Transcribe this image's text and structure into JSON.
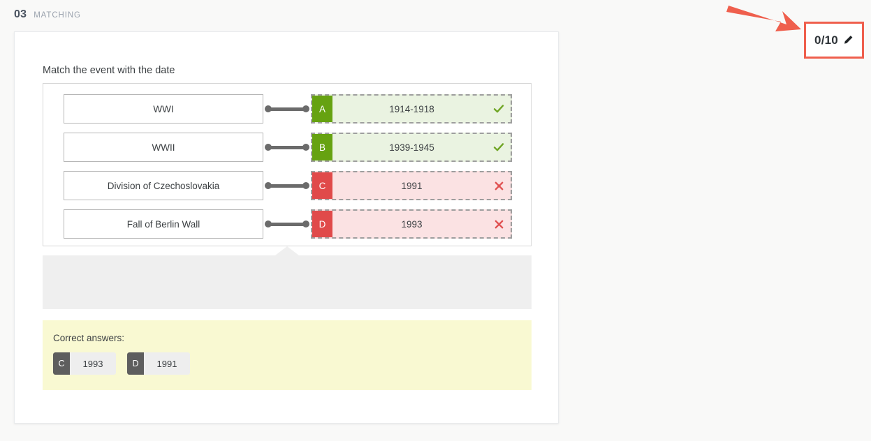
{
  "header": {
    "number": "03",
    "type_label": "MATCHING"
  },
  "score_badge": {
    "value": "0/10",
    "edit_icon": "pencil-icon",
    "highlight_color": "#ef5f4d"
  },
  "annotation": {
    "arrow_icon": "arrow-right-icon",
    "color": "#ef5f4d"
  },
  "question": {
    "prompt": "Match the event with the date",
    "rows": [
      {
        "event": "WWI",
        "letter": "A",
        "answer": "1914-1918",
        "state": "correct",
        "mark_icon": "check-icon"
      },
      {
        "event": "WWII",
        "letter": "B",
        "answer": "1939-1945",
        "state": "correct",
        "mark_icon": "check-icon"
      },
      {
        "event": "Division of Czechoslovakia",
        "letter": "C",
        "answer": "1991",
        "state": "incorrect",
        "mark_icon": "cross-icon"
      },
      {
        "event": "Fall of Berlin Wall",
        "letter": "D",
        "answer": "1993",
        "state": "incorrect",
        "mark_icon": "cross-icon"
      }
    ]
  },
  "correct_answers": {
    "title": "Correct answers:",
    "chips": [
      {
        "letter": "C",
        "value": "1993"
      },
      {
        "letter": "D",
        "value": "1991"
      }
    ]
  },
  "colors": {
    "correct_badge": "#66a211",
    "correct_bg": "#eaf3e1",
    "incorrect_badge": "#e04a4a",
    "incorrect_bg": "#fbe2e3",
    "answers_panel_bg": "#f9f9d2",
    "drop_panel_bg": "#efefef"
  }
}
